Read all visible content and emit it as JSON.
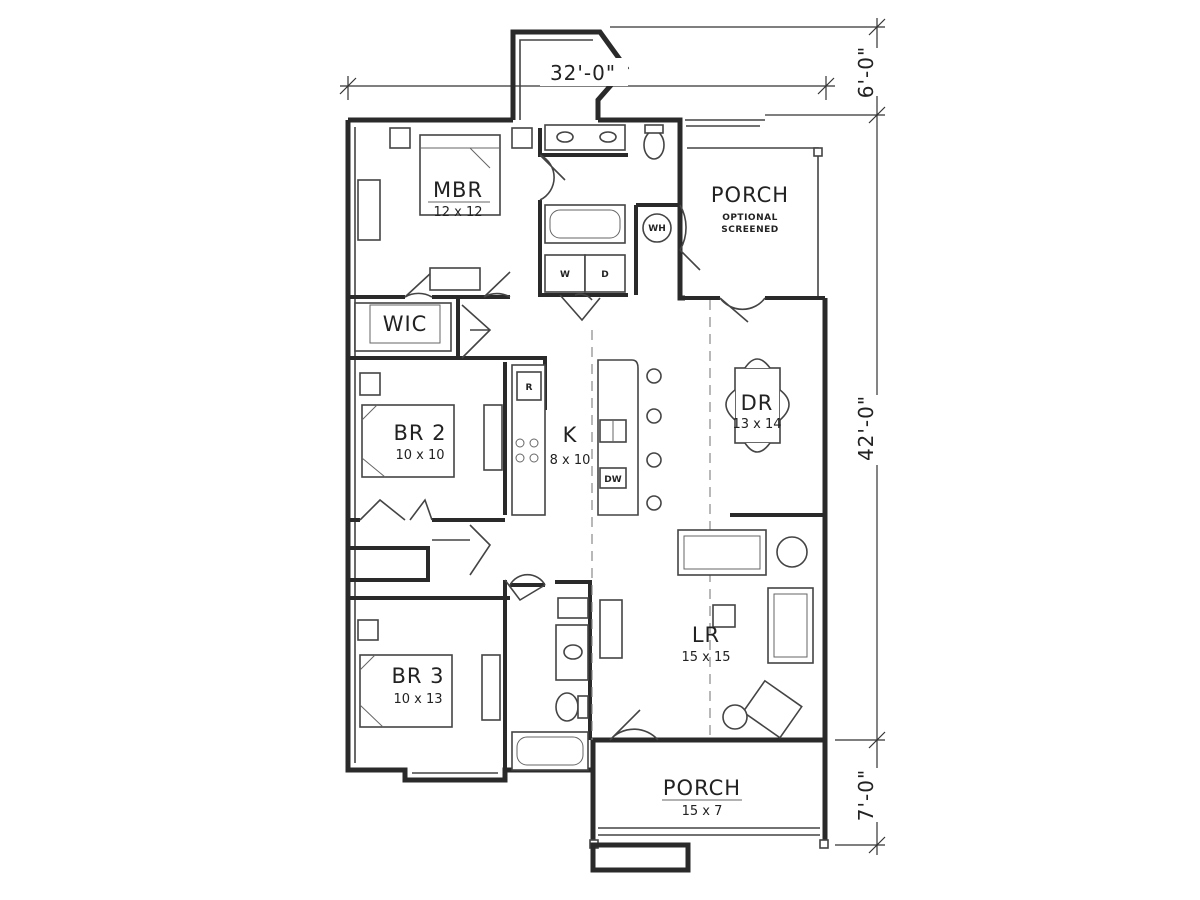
{
  "rooms": {
    "mbr": {
      "name": "MBR",
      "size": "12 x 12"
    },
    "porch_rear": {
      "name": "PORCH",
      "note1": "OPTIONAL",
      "note2": "SCREENED"
    },
    "wic": {
      "name": "WIC"
    },
    "dr": {
      "name": "DR",
      "size": "13 x 14"
    },
    "kitchen": {
      "name": "K",
      "size": "8 x 10"
    },
    "br2": {
      "name": "BR 2",
      "size": "10 x 10"
    },
    "lr": {
      "name": "LR",
      "size": "15 x 15"
    },
    "br3": {
      "name": "BR 3",
      "size": "10 x 13"
    },
    "porch_front": {
      "name": "PORCH",
      "size": "15 x 7"
    }
  },
  "fixtures": {
    "water_heater": "WH",
    "washer": "W",
    "dryer": "D",
    "refrigerator": "R",
    "dishwasher": "DW"
  },
  "dimensions": {
    "width": "32'-0\"",
    "bump_out": "6'-0\"",
    "depth": "42'-0\"",
    "porch_depth": "7'-0\""
  }
}
